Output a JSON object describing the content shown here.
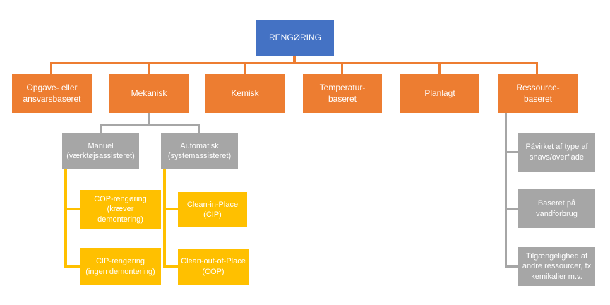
{
  "diagram": {
    "type": "hierarchy-org-chart",
    "language": "da"
  },
  "colors": {
    "blue": "#4472C4",
    "orange": "#ED7D31",
    "gray": "#A6A6A6",
    "yellow": "#FFC000",
    "text": "#FFFFFF",
    "background": "#FFFFFF"
  },
  "nodes": {
    "root": {
      "label": "RENGØRING"
    },
    "level2": [
      {
        "label": "Opgave- eller\nansvarsbaseret"
      },
      {
        "label": "Mekanisk"
      },
      {
        "label": "Kemisk"
      },
      {
        "label": "Temperatur-\nbaseret"
      },
      {
        "label": "Planlagt"
      },
      {
        "label": "Ressource-\nbaseret"
      }
    ],
    "mechanical_children": [
      {
        "label": "Manuel\n(værktøjsassisteret)"
      },
      {
        "label": "Automatisk\n(systemassisteret)"
      }
    ],
    "manual_children": [
      {
        "label": "COP-rengøring\n(kræver\ndemontering)"
      },
      {
        "label": "CIP-rengøring\n(ingen demontering)"
      }
    ],
    "automatic_children": [
      {
        "label": "Clean-in-Place\n(CIP)"
      },
      {
        "label": "Clean-out-of-Place\n(COP)"
      }
    ],
    "resource_children": [
      {
        "label": "Påvirket af type af\nsnavs/overflade"
      },
      {
        "label": "Baseret på\nvandforbrug"
      },
      {
        "label": "Tilgængelighed af\nandre ressourcer, fx\nkemikalier m.v."
      }
    ]
  }
}
